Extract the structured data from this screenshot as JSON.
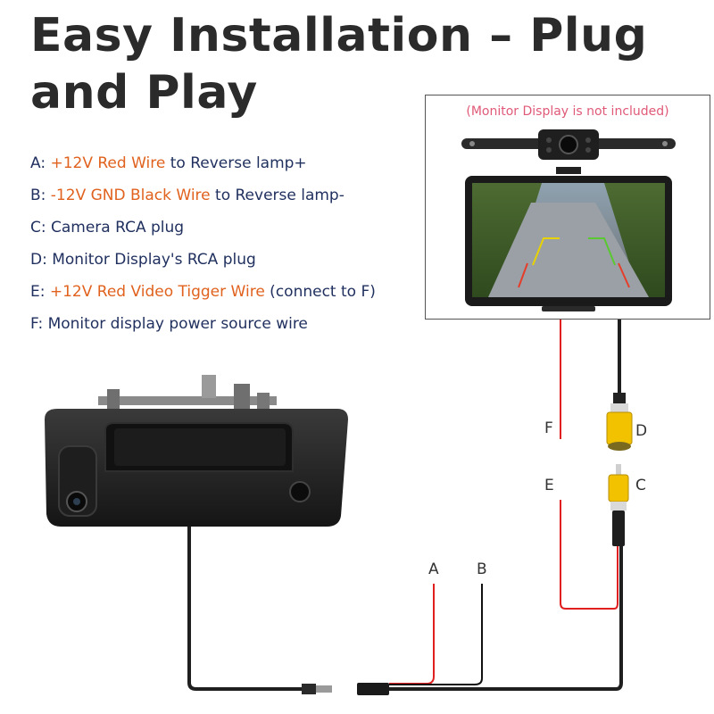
{
  "title": "Easy Installation – Plug and Play",
  "legend": [
    {
      "prefix": "A: ",
      "highlight": "+12V Red Wire",
      "suffix": " to Reverse lamp+"
    },
    {
      "prefix": "B: ",
      "highlight": "-12V GND Black Wire",
      "suffix": " to Reverse lamp-"
    },
    {
      "prefix": "C: Camera RCA plug",
      "highlight": "",
      "suffix": ""
    },
    {
      "prefix": "D: Monitor Display's RCA plug",
      "highlight": "",
      "suffix": ""
    },
    {
      "prefix": "E: ",
      "highlight": "+12V Red Video Tigger Wire",
      "suffix": " (connect to F)"
    },
    {
      "prefix": "F: Monitor display power source wire",
      "highlight": "",
      "suffix": ""
    }
  ],
  "monitor_note": "(Monitor Display is not included)",
  "labels": {
    "A": "A",
    "B": "B",
    "C": "C",
    "D": "D",
    "E": "E",
    "F": "F"
  },
  "colors": {
    "heading": "#2b2b2b",
    "text": "#1f2f5e",
    "highlight": "#e0621e",
    "note": "#e05a78",
    "red_wire": "#e02020",
    "black_wire": "#1a1a1a",
    "rca_yellow": "#f2c200"
  },
  "icons": [
    "tailgate-handle-camera",
    "monitor-display",
    "license-plate-camera",
    "rca-plug",
    "connector"
  ]
}
